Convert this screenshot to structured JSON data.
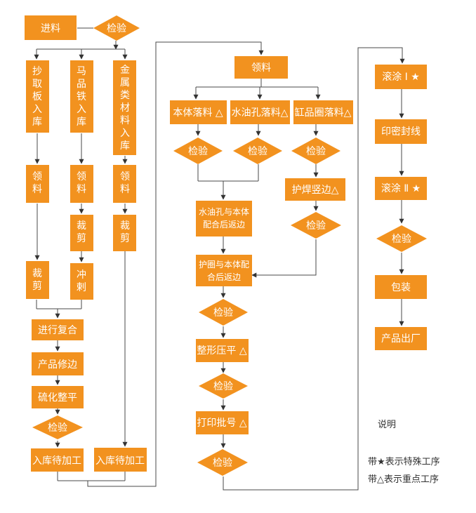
{
  "colors": {
    "node_fill": "#f2921f",
    "node_text": "#ffffff",
    "line": "#4a4a4a",
    "legend_text": "#333333"
  },
  "nodes": {
    "jinliao": "进料",
    "jianyan": "检验",
    "chaoqu": "抄取板入库",
    "maqie": "马品铁入库",
    "jinshu": "金属类材料入库",
    "lingliao": "领料",
    "caijian": "裁剪",
    "chongci": "冲剌",
    "jinxing_fuhe": "进行复合",
    "chanpin_xiubian": "产品修边",
    "liuhua_zhengping": "硫化整平",
    "ruku_daijiagong": "入库待加工",
    "benti_luoliao": "本体落料 △",
    "shuiyoukong_luoliao": "水油孔落料△",
    "gangpinquan_luoliao": "缸品圈落料△",
    "huhan_shubian": "护焊竖边△",
    "shuiyoukong_peihe": "水油孔与本体配合后返边",
    "huquan_peihe": "护圈与本体配合后返边",
    "zhengxing_yaping": "整形压平 △",
    "dayin_pihao": "打印批号 △",
    "guntu_1": "滚涂 Ⅰ ★",
    "yinmi_fengxian": "印密封线",
    "guntu_2": "滚涂 Ⅱ ★",
    "baozhuang": "包装",
    "chanpin_chuchang": "产品出厂"
  },
  "legend": {
    "title": "说明",
    "star_line": "带★表示特殊工序",
    "triangle_line": "带△表示重点工序"
  }
}
